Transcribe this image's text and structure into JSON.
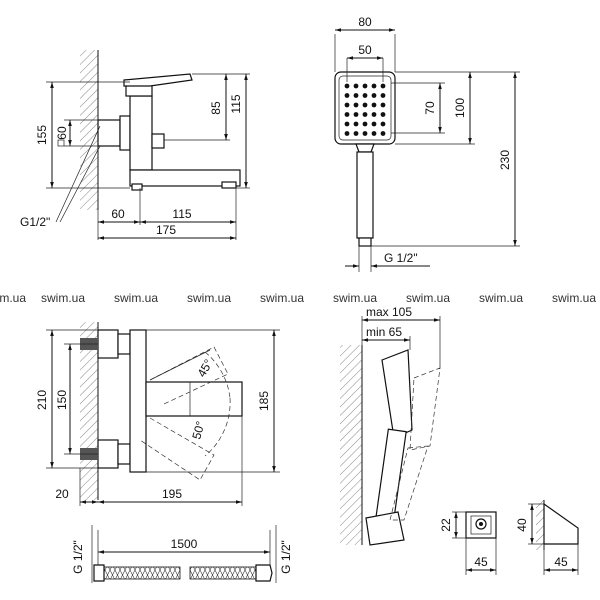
{
  "watermark": "swim.ua",
  "views": {
    "side": {
      "dims": [
        "155",
        "60",
        "85",
        "115",
        "60",
        "115",
        "175"
      ],
      "thread": "G1/2\""
    },
    "hand_shower": {
      "dims": [
        "80",
        "50",
        "70",
        "100",
        "230"
      ],
      "thread": "G 1/2\""
    },
    "top": {
      "dims": [
        "210",
        "150",
        "185",
        "20",
        "195"
      ],
      "angles": [
        "45°",
        "50°"
      ]
    },
    "holder_reach": {
      "max": "max 105",
      "min": "min 65"
    },
    "hose": {
      "length": "1500",
      "left_thread": "G 1/2\"",
      "right_thread": "G 1/2\""
    },
    "bracket": {
      "dims": [
        "22",
        "45",
        "40",
        "45"
      ]
    }
  }
}
